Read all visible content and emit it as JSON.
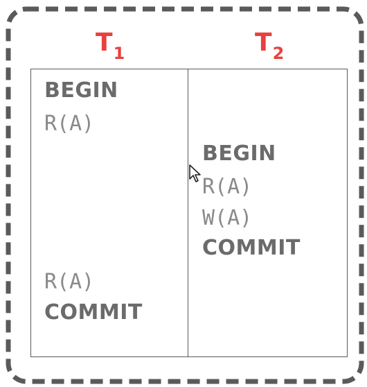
{
  "columns": [
    {
      "name": "T",
      "subscript": "1",
      "operations": [
        {
          "text": "BEGIN",
          "kind": "keyword"
        },
        {
          "text": "R(A)",
          "kind": "op"
        },
        {
          "text": "R(A)",
          "kind": "op"
        },
        {
          "text": "COMMIT",
          "kind": "keyword"
        }
      ]
    },
    {
      "name": "T",
      "subscript": "2",
      "operations": [
        {
          "text": "BEGIN",
          "kind": "keyword"
        },
        {
          "text": "R(A)",
          "kind": "op"
        },
        {
          "text": "W(A)",
          "kind": "op"
        },
        {
          "text": "COMMIT",
          "kind": "keyword"
        }
      ]
    }
  ],
  "colors": {
    "header": "#e8413e",
    "keyword": "#6b6b6b",
    "operation": "#8a8a8a",
    "border": "#5a5a5a",
    "frame": "#5a5a5a"
  },
  "icons": {
    "cursor": "mouse-pointer-icon"
  }
}
